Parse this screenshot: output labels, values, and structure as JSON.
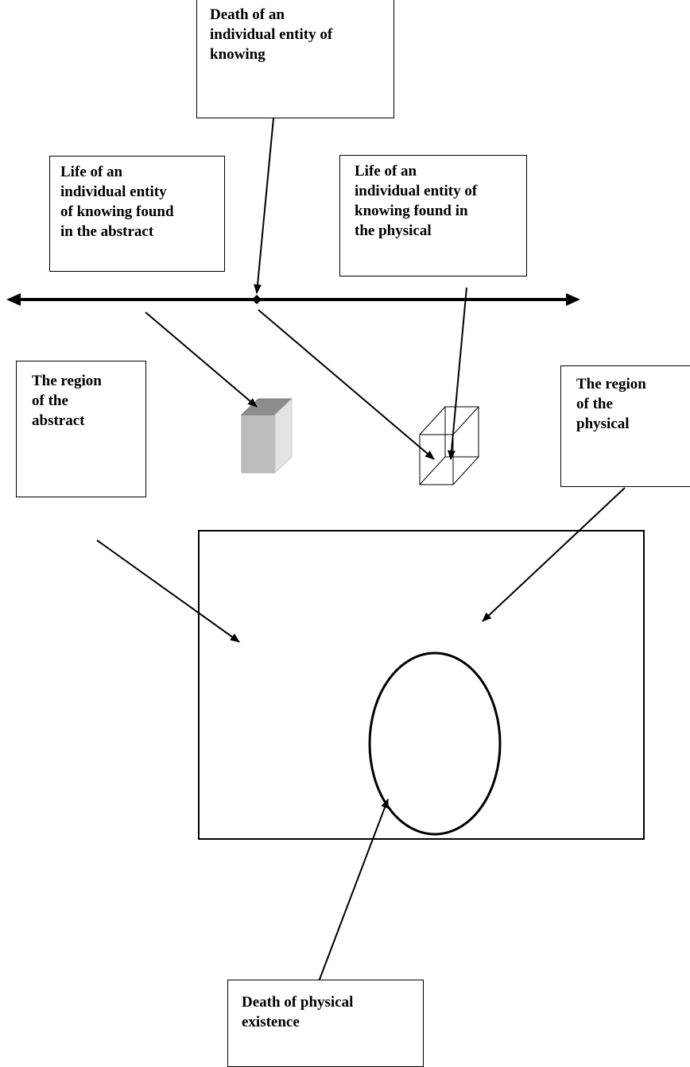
{
  "labels": {
    "death_entity": "Death of an\nindividual entity of\nknowing",
    "life_abstract": "Life of an\nindividual entity\nof knowing found\nin the abstract",
    "life_physical": "Life of an\nindividual entity of\nknowing found in\nthe physical",
    "region_abstract": "The region\nof the\nabstract",
    "region_physical": "The region\nof the\nphysical",
    "death_physical": "Death of physical\nexistence"
  },
  "colors": {
    "line": "#000000",
    "cube_front": "#bdbdbd",
    "cube_top": "#8c8c8c",
    "cube_side": "#e3e3e3"
  }
}
